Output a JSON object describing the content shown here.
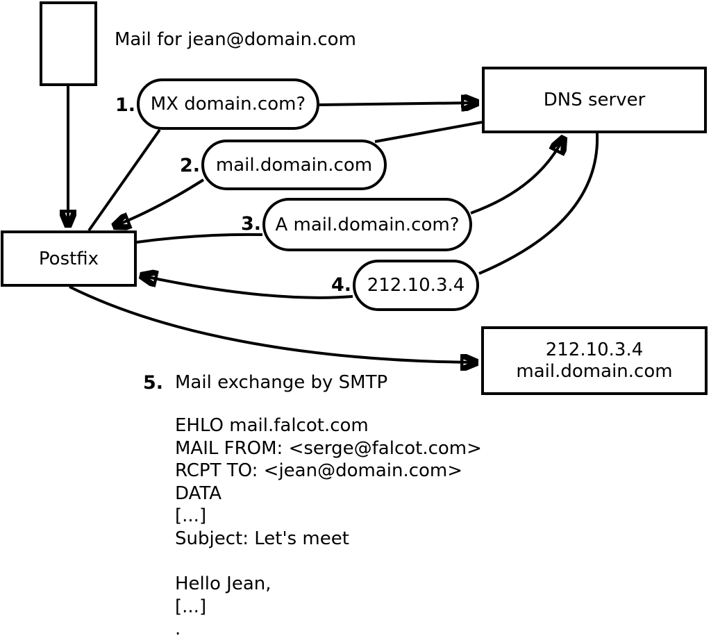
{
  "title": "Mail for jean@domain.com",
  "colors": {
    "stroke": "#000000",
    "background": "#ffffff"
  },
  "nodes": {
    "postfix": {
      "label": "Postfix"
    },
    "dns": {
      "label": "DNS server"
    },
    "destination": {
      "line1": "212.10.3.4",
      "line2": "mail.domain.com"
    }
  },
  "steps": [
    {
      "num": "1.",
      "label": "MX domain.com?"
    },
    {
      "num": "2.",
      "label": "mail.domain.com"
    },
    {
      "num": "3.",
      "label": "A mail.domain.com?"
    },
    {
      "num": "4.",
      "label": "212.10.3.4"
    },
    {
      "num": "5.",
      "label": "Mail exchange by SMTP"
    }
  ],
  "smtp_session": {
    "lines": [
      "EHLO mail.falcot.com",
      "MAIL FROM: <serge@falcot.com>",
      "RCPT TO: <jean@domain.com>",
      "DATA",
      "[...]",
      "Subject: Let's meet",
      "",
      "Hello Jean,",
      "[...]",
      "."
    ]
  }
}
